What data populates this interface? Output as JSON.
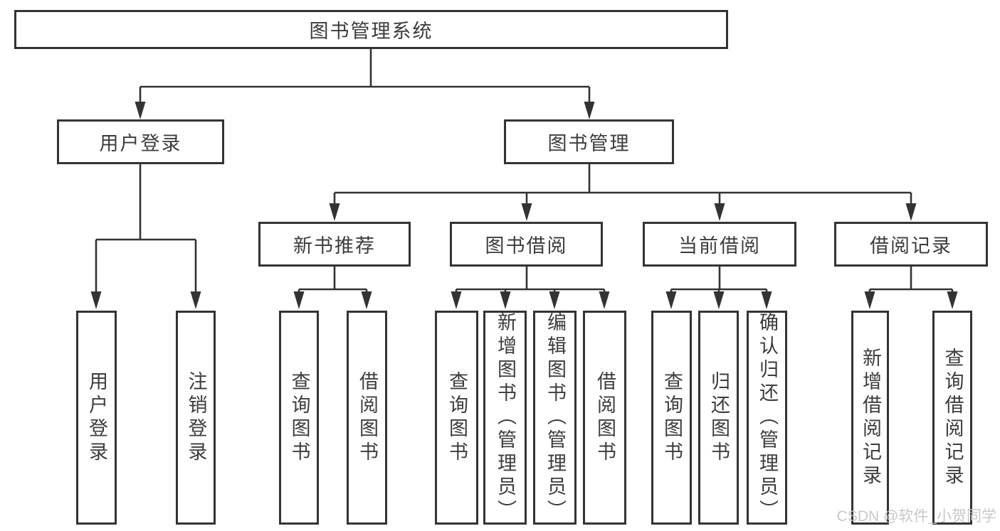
{
  "tree": {
    "label": "图书管理系统",
    "children": [
      {
        "label": "用户登录",
        "children": [
          {
            "label": "用户登录"
          },
          {
            "label": "注销登录"
          }
        ]
      },
      {
        "label": "图书管理",
        "children": [
          {
            "label": "新书推荐",
            "children": [
              {
                "label": "查询图书"
              },
              {
                "label": "借阅图书"
              }
            ]
          },
          {
            "label": "图书借阅",
            "children": [
              {
                "label": "查询图书"
              },
              {
                "label": "新增图书（管理员）"
              },
              {
                "label": "编辑图书（管理员）"
              },
              {
                "label": "借阅图书"
              }
            ]
          },
          {
            "label": "当前借阅",
            "children": [
              {
                "label": "查询图书"
              },
              {
                "label": "归还图书"
              },
              {
                "label": "确认归还（管理员）"
              }
            ]
          },
          {
            "label": "借阅记录",
            "children": [
              {
                "label": "新增借阅记录"
              },
              {
                "label": "查询借阅记录"
              }
            ]
          }
        ]
      }
    ]
  },
  "watermark": {
    "text": "CSDN @软件_小贺同学"
  },
  "colors": {
    "line": "#333333",
    "ink": "#3c3c3c",
    "background": "#ffffff",
    "watermark": "#c4c4c4"
  }
}
